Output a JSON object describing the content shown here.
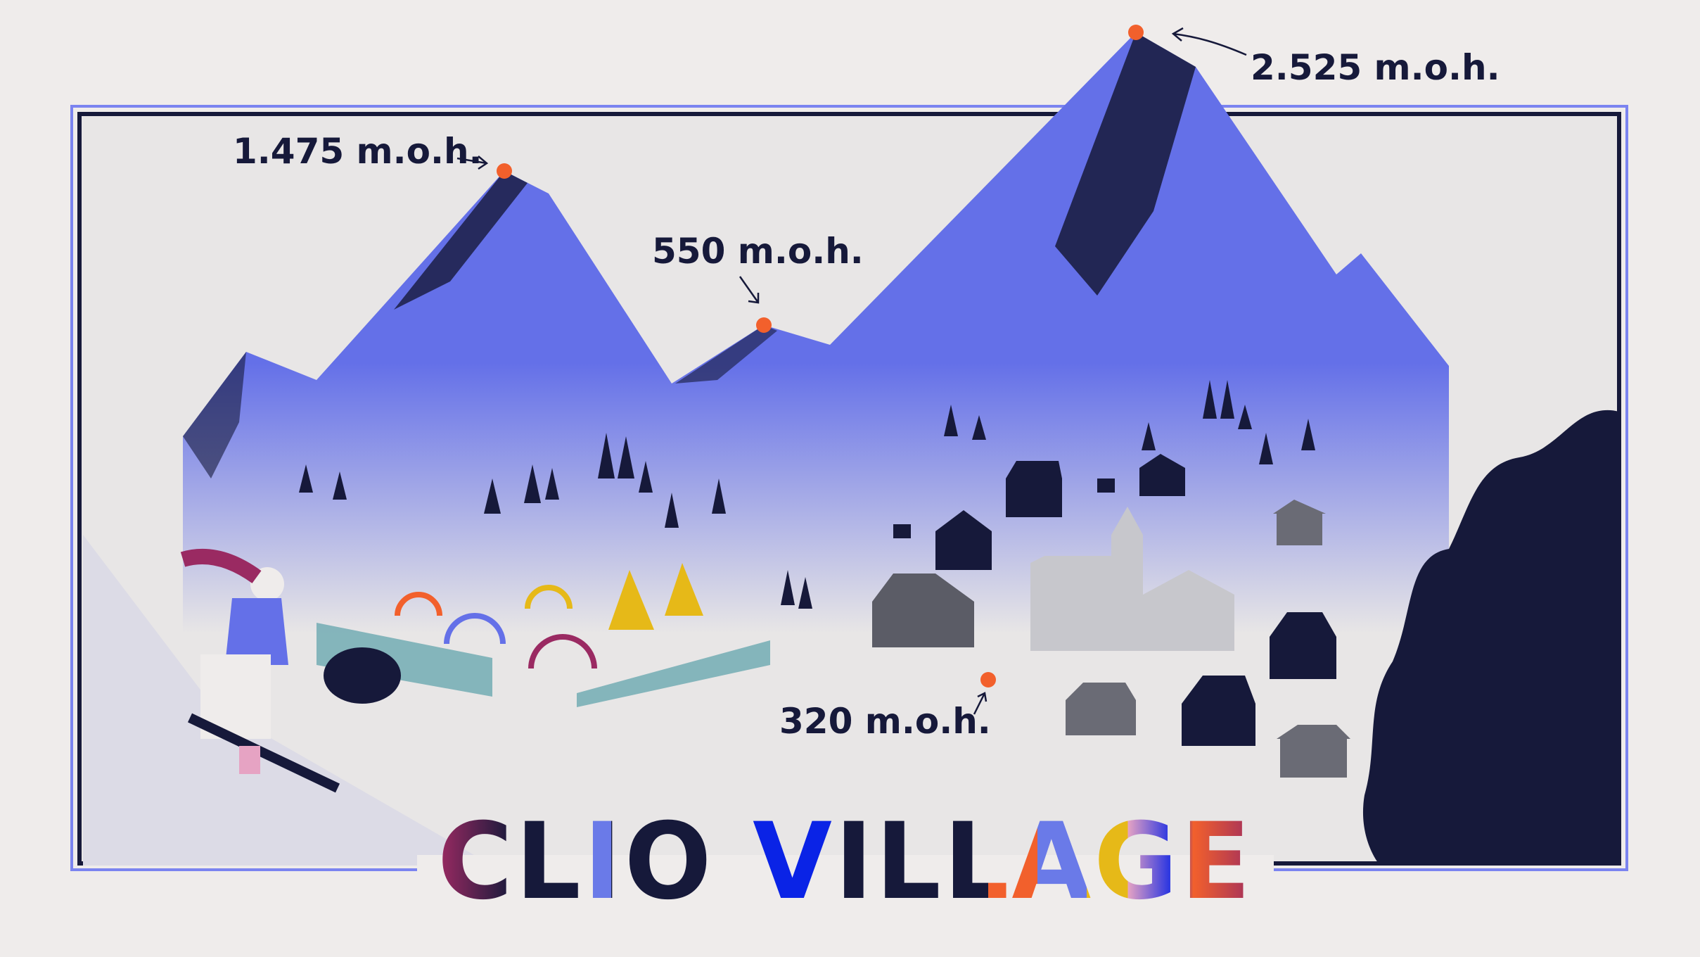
{
  "title": "CLIO VILLAGE",
  "elevations": {
    "peak_left": "1.475 m.o.h.",
    "peak_middle": "550 m.o.h.",
    "peak_main": "2.525 m.o.h.",
    "village": "320 m.o.h."
  },
  "colors": {
    "background": "#efeceb",
    "mountain": "#6470e8",
    "navy": "#16193a",
    "marker": "#f2602c",
    "frame_outer": "#7b83f0",
    "yellow": "#e6b918",
    "maroon": "#9a2a62",
    "pink": "#e6a3c3",
    "blue": "#0a23e6"
  }
}
